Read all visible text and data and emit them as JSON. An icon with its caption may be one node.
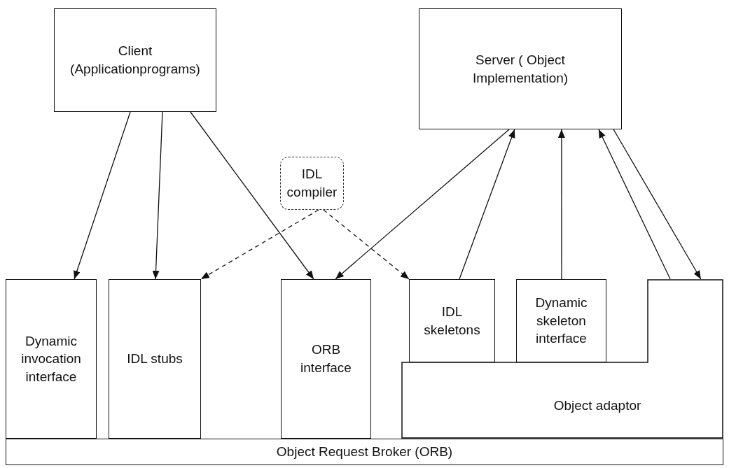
{
  "diagram": {
    "nodes": [
      {
        "text": [
          "Client (Applicationprograms)"
        ]
      },
      {
        "text": [
          "Server ( Object Implementation)"
        ]
      },
      {
        "text": [
          "IDL compiler"
        ]
      },
      {
        "text": [
          "Dynamic invocation interface"
        ]
      },
      {
        "text": [
          "IDL stubs"
        ]
      },
      {
        "text": [
          "ORB interface"
        ]
      },
      {
        "text": [
          "IDL skeletons"
        ]
      },
      {
        "text": [
          "Dynamic skeleton interface"
        ]
      },
      {
        "text": [
          "Object adaptor"
        ]
      },
      {
        "text": [
          "Object Request Broker (ORB)"
        ]
      }
    ],
    "edges": [
      {
        "from": 0,
        "to": 3,
        "arrow": "to"
      },
      {
        "from": 0,
        "to": 4,
        "arrow": "to"
      },
      {
        "from": 0,
        "to": 5,
        "arrow": "to"
      },
      {
        "from": 1,
        "to": 5,
        "arrow": "to"
      },
      {
        "from": 2,
        "to": 4,
        "arrow": "to",
        "style": "dashed"
      },
      {
        "from": 2,
        "to": 6,
        "arrow": "to",
        "style": "dashed"
      },
      {
        "from": 6,
        "to": 1,
        "arrow": "to"
      },
      {
        "from": 7,
        "to": 1,
        "arrow": "to"
      },
      {
        "from": 8,
        "to": 1,
        "arrow": "to"
      },
      {
        "from": 1,
        "to": 8,
        "arrow": "to"
      }
    ]
  }
}
